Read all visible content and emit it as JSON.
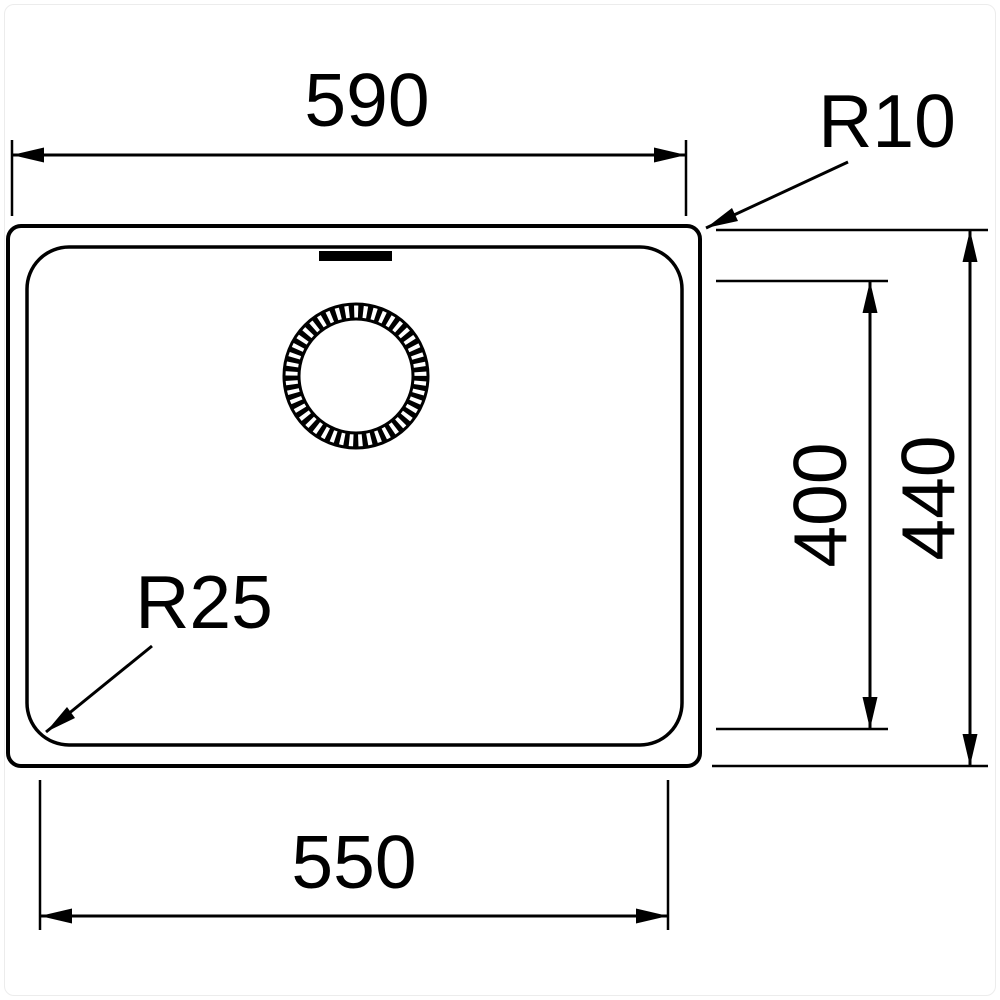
{
  "drawing": {
    "kind": "sink-dimension-drawing",
    "labels": {
      "outer_width": "590",
      "inner_width": "550",
      "inner_depth": "400",
      "outer_depth": "440",
      "outer_corner_radius": "R10",
      "bowl_corner_radius": "R25"
    },
    "colors": {
      "line": "#000000",
      "background": "#ffffff",
      "frame": "#ececec"
    }
  }
}
